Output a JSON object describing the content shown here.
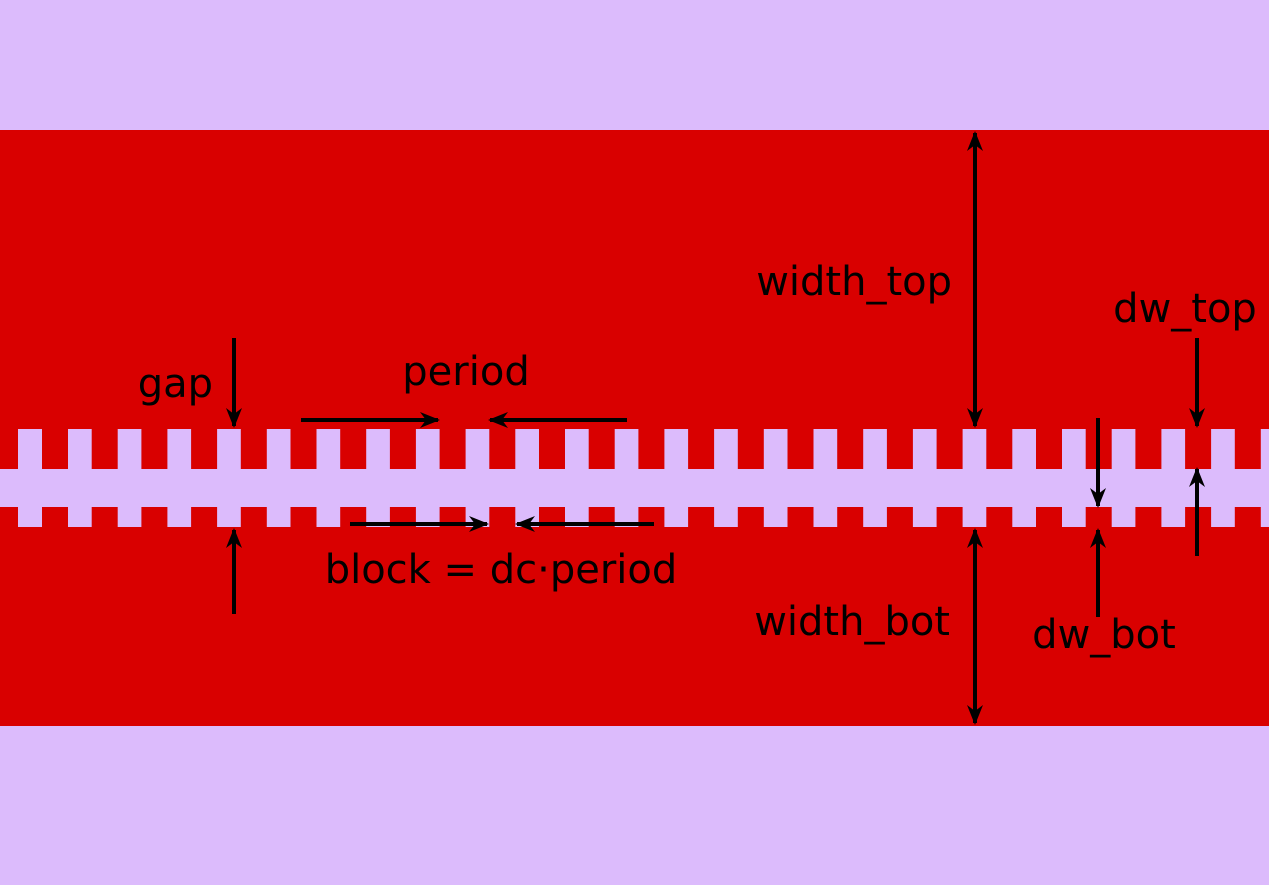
{
  "colors": {
    "background": "#dcbbfc",
    "metal": "#d90000",
    "arrow": "#000000"
  },
  "labels": {
    "width_top": "width_top",
    "dw_top": "dw_top",
    "gap": "gap",
    "period": "period",
    "block": "block = dc·period",
    "width_bot": "width_bot",
    "dw_bot": "dw_bot"
  }
}
